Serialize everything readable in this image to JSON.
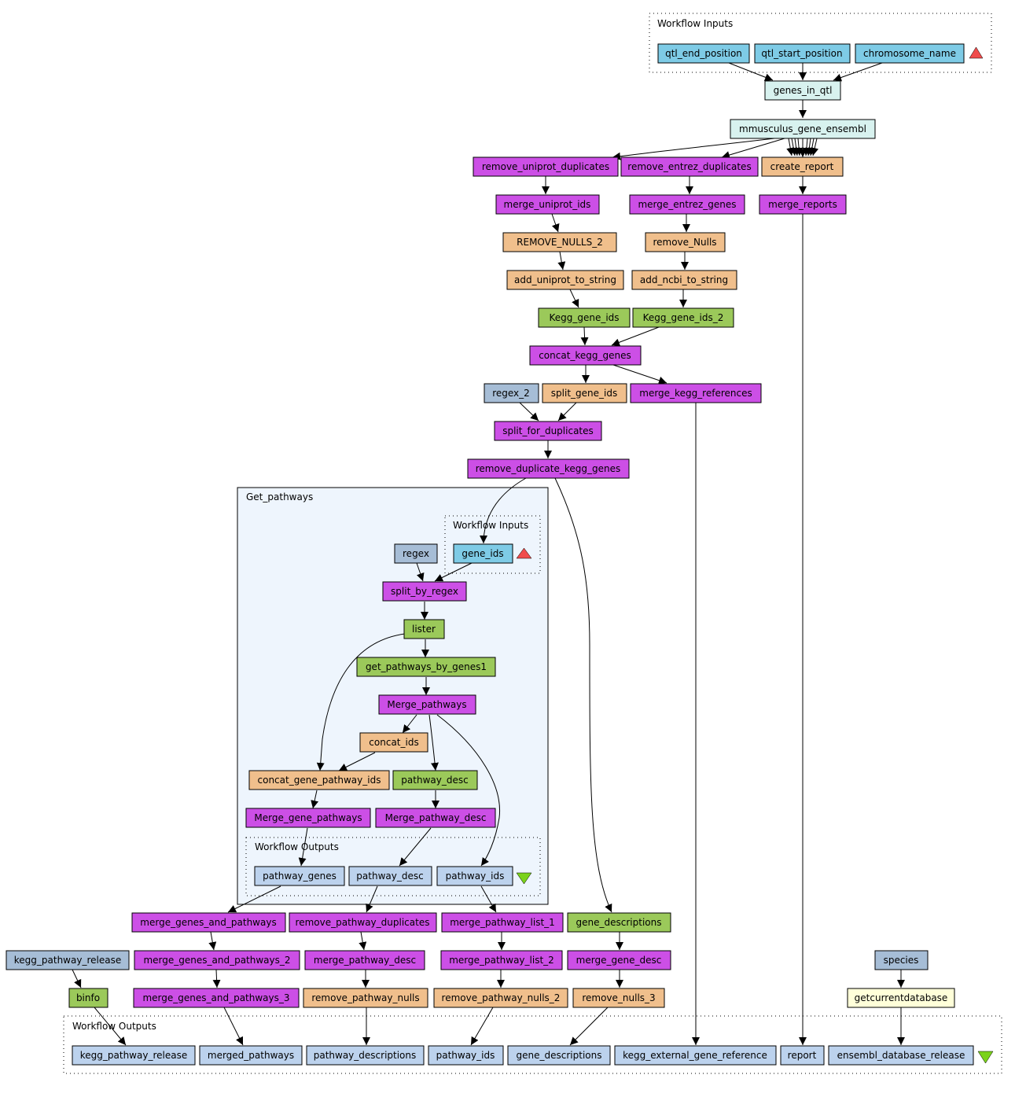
{
  "colors": {
    "purple": "#cc4fe6",
    "orange": "#f0bf8c",
    "green": "#9bc95a",
    "skyblue": "#7ecbe6",
    "steel": "#a6bdd6",
    "lightblue": "#bcd2ed",
    "paleteal": "#d8f2ef",
    "cream": "#ffffd9",
    "cluster_bg": "#eef5fd",
    "up_triangle": "#f04c4c",
    "down_triangle": "#7bd21c"
  },
  "clusters": {
    "top_inputs": "Workflow Inputs",
    "get_pathways": "Get_pathways",
    "inner_inputs": "Workflow Inputs",
    "inner_outputs": "Workflow Outputs",
    "bottom_outputs": "Workflow Outputs"
  },
  "nodes": {
    "qtl_end_position": {
      "label": "qtl_end_position",
      "color": "skyblue"
    },
    "qtl_start_position": {
      "label": "qtl_start_position",
      "color": "skyblue"
    },
    "chromosome_name": {
      "label": "chromosome_name",
      "color": "skyblue"
    },
    "genes_in_qtl": {
      "label": "genes_in_qtl",
      "color": "paleteal"
    },
    "mmusculus_gene_ensembl": {
      "label": "mmusculus_gene_ensembl",
      "color": "paleteal"
    },
    "remove_uniprot_duplicates": {
      "label": "remove_uniprot_duplicates",
      "color": "purple"
    },
    "remove_entrez_duplicates": {
      "label": "remove_entrez_duplicates",
      "color": "purple"
    },
    "create_report": {
      "label": "create_report",
      "color": "orange"
    },
    "merge_uniprot_ids": {
      "label": "merge_uniprot_ids",
      "color": "purple"
    },
    "merge_entrez_genes": {
      "label": "merge_entrez_genes",
      "color": "purple"
    },
    "merge_reports": {
      "label": "merge_reports",
      "color": "purple"
    },
    "REMOVE_NULLS_2": {
      "label": "REMOVE_NULLS_2",
      "color": "orange"
    },
    "remove_Nulls": {
      "label": "remove_Nulls",
      "color": "orange"
    },
    "add_uniprot_to_string": {
      "label": "add_uniprot_to_string",
      "color": "orange"
    },
    "add_ncbi_to_string": {
      "label": "add_ncbi_to_string",
      "color": "orange"
    },
    "Kegg_gene_ids": {
      "label": "Kegg_gene_ids",
      "color": "green"
    },
    "Kegg_gene_ids_2": {
      "label": "Kegg_gene_ids_2",
      "color": "green"
    },
    "concat_kegg_genes": {
      "label": "concat_kegg_genes",
      "color": "purple"
    },
    "regex_2": {
      "label": "regex_2",
      "color": "steel"
    },
    "split_gene_ids": {
      "label": "split_gene_ids",
      "color": "orange"
    },
    "merge_kegg_references": {
      "label": "merge_kegg_references",
      "color": "purple"
    },
    "split_for_duplicates": {
      "label": "split_for_duplicates",
      "color": "purple"
    },
    "remove_duplicate_kegg_genes": {
      "label": "remove_duplicate_kegg_genes",
      "color": "purple"
    },
    "regex": {
      "label": "regex",
      "color": "steel"
    },
    "gene_ids": {
      "label": "gene_ids",
      "color": "skyblue"
    },
    "split_by_regex": {
      "label": "split_by_regex",
      "color": "purple"
    },
    "lister": {
      "label": "lister",
      "color": "green"
    },
    "get_pathways_by_genes1": {
      "label": "get_pathways_by_genes1",
      "color": "green"
    },
    "Merge_pathways": {
      "label": "Merge_pathways",
      "color": "purple"
    },
    "concat_ids": {
      "label": "concat_ids",
      "color": "orange"
    },
    "concat_gene_pathway_ids": {
      "label": "concat_gene_pathway_ids",
      "color": "orange"
    },
    "pathway_desc_proc": {
      "label": "pathway_desc",
      "color": "green"
    },
    "Merge_gene_pathways": {
      "label": "Merge_gene_pathways",
      "color": "purple"
    },
    "Merge_pathway_desc": {
      "label": "Merge_pathway_desc",
      "color": "purple"
    },
    "out_pathway_genes": {
      "label": "pathway_genes",
      "color": "lightblue"
    },
    "out_pathway_desc": {
      "label": "pathway_desc",
      "color": "lightblue"
    },
    "out_pathway_ids": {
      "label": "pathway_ids",
      "color": "lightblue"
    },
    "merge_genes_and_pathways": {
      "label": "merge_genes_and_pathways",
      "color": "purple"
    },
    "remove_pathway_duplicates": {
      "label": "remove_pathway_duplicates",
      "color": "purple"
    },
    "merge_pathway_list_1": {
      "label": "merge_pathway_list_1",
      "color": "purple"
    },
    "gene_descriptions_proc": {
      "label": "gene_descriptions",
      "color": "green"
    },
    "kegg_pathway_release_proc": {
      "label": "kegg_pathway_release",
      "color": "steel"
    },
    "merge_genes_and_pathways_2": {
      "label": "merge_genes_and_pathways_2",
      "color": "purple"
    },
    "merge_pathway_desc": {
      "label": "merge_pathway_desc",
      "color": "purple"
    },
    "merge_pathway_list_2": {
      "label": "merge_pathway_list_2",
      "color": "purple"
    },
    "merge_gene_desc": {
      "label": "merge_gene_desc",
      "color": "purple"
    },
    "species": {
      "label": "species",
      "color": "steel"
    },
    "binfo": {
      "label": "binfo",
      "color": "green"
    },
    "merge_genes_and_pathways_3": {
      "label": "merge_genes_and_pathways_3",
      "color": "purple"
    },
    "remove_pathway_nulls": {
      "label": "remove_pathway_nulls",
      "color": "orange"
    },
    "remove_pathway_nulls_2": {
      "label": "remove_pathway_nulls_2",
      "color": "orange"
    },
    "remove_nulls_3": {
      "label": "remove_nulls_3",
      "color": "orange"
    },
    "getcurrentdatabase": {
      "label": "getcurrentdatabase",
      "color": "cream"
    },
    "out_kegg_pathway_release": {
      "label": "kegg_pathway_release",
      "color": "lightblue"
    },
    "out_merged_pathways": {
      "label": "merged_pathways",
      "color": "lightblue"
    },
    "out_pathway_descriptions": {
      "label": "pathway_descriptions",
      "color": "lightblue"
    },
    "out_pathway_ids_final": {
      "label": "pathway_ids",
      "color": "lightblue"
    },
    "out_gene_descriptions": {
      "label": "gene_descriptions",
      "color": "lightblue"
    },
    "out_kegg_external_gene_reference": {
      "label": "kegg_external_gene_reference",
      "color": "lightblue"
    },
    "out_report": {
      "label": "report",
      "color": "lightblue"
    },
    "out_ensembl_database_release": {
      "label": "ensembl_database_release",
      "color": "lightblue"
    }
  }
}
